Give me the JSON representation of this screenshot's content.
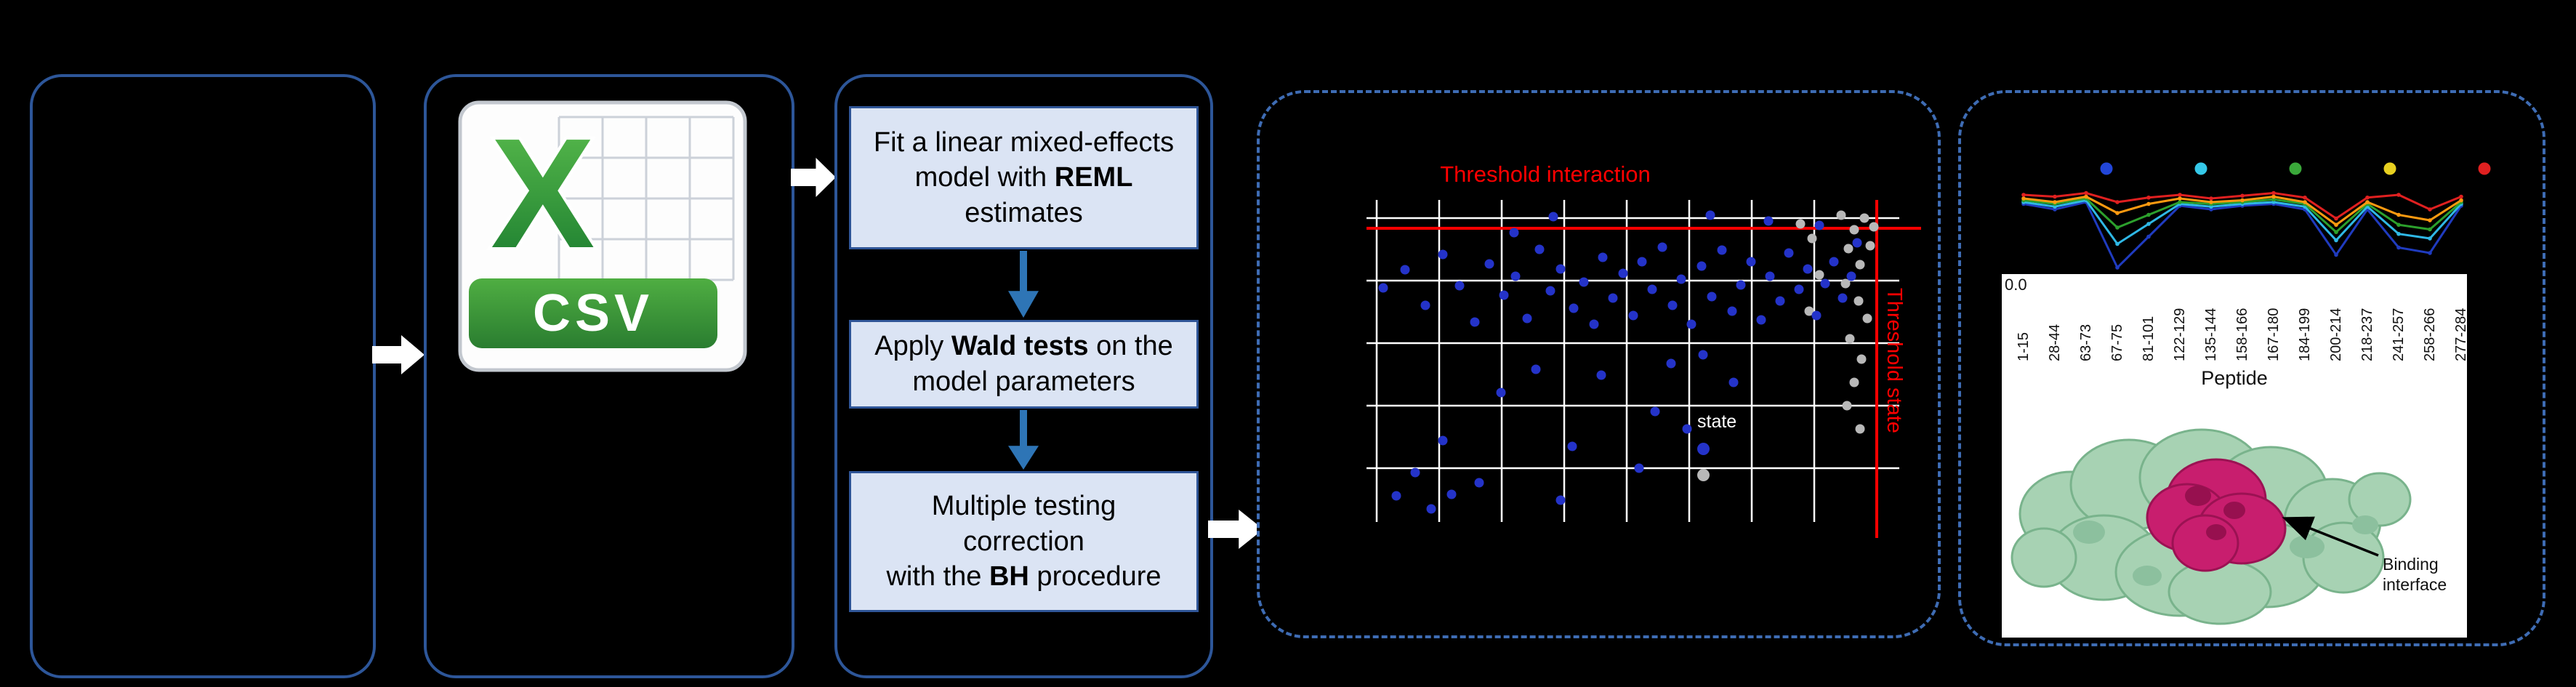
{
  "figure": {
    "csv_label": "CSV",
    "steps": {
      "step1": {
        "pre": "Fit a linear mixed-effects model with ",
        "bold": "REML",
        "post": " estimates"
      },
      "step2": {
        "pre": "Apply ",
        "bold": "Wald tests",
        "post": " on the model parameters"
      },
      "step3": {
        "line1": "Multiple testing",
        "line2": "correction",
        "pre": "with the ",
        "bold": "BH",
        "post": " procedure"
      }
    }
  },
  "scatter": {
    "type": "scatter",
    "threshold_interaction_label": "Threshold interaction",
    "threshold_state_label": "Threshold state",
    "legend_title": "state",
    "threshold_color": "#ff0000",
    "point_color_significant": "#2433c9",
    "point_color_nonsignificant": "#b8b8b8",
    "blue_points": [
      [
        170,
        268
      ],
      [
        200,
        243
      ],
      [
        228,
        292
      ],
      [
        252,
        222
      ],
      [
        275,
        265
      ],
      [
        296,
        315
      ],
      [
        316,
        235
      ],
      [
        336,
        278
      ],
      [
        352,
        252
      ],
      [
        368,
        310
      ],
      [
        385,
        215
      ],
      [
        400,
        272
      ],
      [
        414,
        242
      ],
      [
        432,
        296
      ],
      [
        446,
        260
      ],
      [
        460,
        318
      ],
      [
        472,
        226
      ],
      [
        486,
        282
      ],
      [
        500,
        248
      ],
      [
        514,
        306
      ],
      [
        526,
        232
      ],
      [
        540,
        270
      ],
      [
        554,
        212
      ],
      [
        568,
        292
      ],
      [
        580,
        256
      ],
      [
        594,
        318
      ],
      [
        608,
        238
      ],
      [
        622,
        280
      ],
      [
        636,
        216
      ],
      [
        650,
        300
      ],
      [
        662,
        264
      ],
      [
        676,
        232
      ],
      [
        690,
        312
      ],
      [
        702,
        252
      ],
      [
        716,
        286
      ],
      [
        728,
        220
      ],
      [
        742,
        270
      ],
      [
        754,
        242
      ],
      [
        766,
        306
      ],
      [
        778,
        262
      ],
      [
        790,
        232
      ],
      [
        802,
        282
      ],
      [
        814,
        252
      ],
      [
        566,
        372
      ],
      [
        610,
        360
      ],
      [
        652,
        398
      ],
      [
        470,
        388
      ],
      [
        380,
        380
      ],
      [
        332,
        412
      ],
      [
        544,
        438
      ],
      [
        588,
        462
      ],
      [
        430,
        486
      ],
      [
        252,
        478
      ],
      [
        214,
        522
      ],
      [
        264,
        552
      ],
      [
        302,
        536
      ],
      [
        236,
        572
      ],
      [
        188,
        554
      ],
      [
        414,
        560
      ],
      [
        522,
        516
      ],
      [
        404,
        170
      ],
      [
        620,
        168
      ],
      [
        700,
        176
      ],
      [
        350,
        192
      ],
      [
        770,
        182
      ],
      [
        822,
        206
      ]
    ],
    "gray_points": [
      [
        800,
        168
      ],
      [
        818,
        188
      ],
      [
        832,
        172
      ],
      [
        810,
        214
      ],
      [
        826,
        236
      ],
      [
        840,
        210
      ],
      [
        806,
        262
      ],
      [
        824,
        286
      ],
      [
        836,
        310
      ],
      [
        812,
        338
      ],
      [
        828,
        366
      ],
      [
        818,
        398
      ],
      [
        808,
        430
      ],
      [
        826,
        462
      ],
      [
        770,
        250
      ],
      [
        756,
        300
      ],
      [
        744,
        180
      ],
      [
        760,
        200
      ],
      [
        845,
        184
      ]
    ]
  },
  "uptake_chart": {
    "type": "line",
    "y_tick_label": "0.0",
    "x_axis_title": "Peptide",
    "x_labels": [
      "1-15",
      "28-44",
      "63-73",
      "67-75",
      "81-101",
      "122-129",
      "135-144",
      "158-166",
      "167-180",
      "184-199",
      "200-214",
      "218-237",
      "241-257",
      "258-266",
      "277-284"
    ],
    "legend_dot_colors": [
      "#2246d8",
      "#35c8e8",
      "#3aa83a",
      "#e8d020",
      "#e02020"
    ],
    "series": [
      {
        "color": "#1f3bbf",
        "values": [
          0.78,
          0.72,
          0.8,
          0.08,
          0.42,
          0.76,
          0.72,
          0.76,
          0.78,
          0.72,
          0.22,
          0.72,
          0.3,
          0.24,
          0.76
        ]
      },
      {
        "color": "#2fb8e6",
        "values": [
          0.8,
          0.75,
          0.82,
          0.34,
          0.56,
          0.78,
          0.75,
          0.78,
          0.8,
          0.75,
          0.38,
          0.75,
          0.45,
          0.4,
          0.78
        ]
      },
      {
        "color": "#2ca02c",
        "values": [
          0.82,
          0.78,
          0.84,
          0.52,
          0.66,
          0.8,
          0.78,
          0.8,
          0.83,
          0.78,
          0.47,
          0.78,
          0.55,
          0.5,
          0.8
        ]
      },
      {
        "color": "#ff9a10",
        "values": [
          0.84,
          0.8,
          0.86,
          0.68,
          0.78,
          0.84,
          0.8,
          0.82,
          0.86,
          0.8,
          0.55,
          0.8,
          0.66,
          0.6,
          0.82
        ]
      },
      {
        "color": "#e02020",
        "values": [
          0.88,
          0.86,
          0.9,
          0.8,
          0.85,
          0.88,
          0.84,
          0.87,
          0.9,
          0.85,
          0.62,
          0.85,
          0.88,
          0.72,
          0.86
        ]
      }
    ]
  },
  "protein": {
    "annotation": "Binding interface"
  }
}
